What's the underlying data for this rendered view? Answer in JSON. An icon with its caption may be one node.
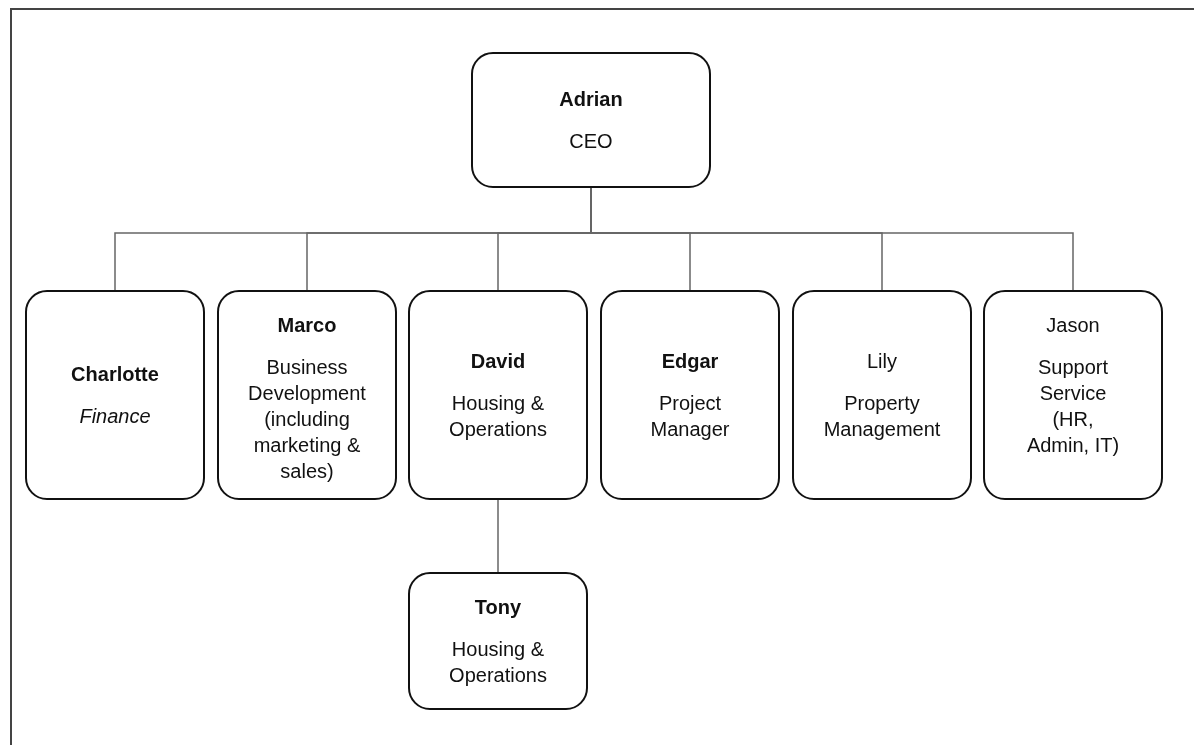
{
  "diagram": {
    "nodes": [
      {
        "text": [
          "Adrian",
          "CEO"
        ]
      },
      {
        "text": [
          "Charlotte",
          "Finance"
        ]
      },
      {
        "text": [
          "Marco",
          "Business Development (including marketing & sales)"
        ]
      },
      {
        "text": [
          "David",
          "Housing & Operations"
        ]
      },
      {
        "text": [
          "Edgar",
          "Project Manager"
        ]
      },
      {
        "text": [
          "Lily",
          "Property Management"
        ]
      },
      {
        "text": [
          "Jason",
          "Support Service (HR, Admin, IT)"
        ]
      },
      {
        "text": [
          "Tony",
          "Housing & Operations"
        ]
      }
    ],
    "edges": [
      {
        "from": 0,
        "to": 1,
        "arrow": "none"
      },
      {
        "from": 0,
        "to": 2,
        "arrow": "none"
      },
      {
        "from": 0,
        "to": 3,
        "arrow": "none"
      },
      {
        "from": 0,
        "to": 4,
        "arrow": "none"
      },
      {
        "from": 0,
        "to": 5,
        "arrow": "none"
      },
      {
        "from": 0,
        "to": 6,
        "arrow": "none"
      },
      {
        "from": 3,
        "to": 7,
        "arrow": "none"
      }
    ]
  }
}
